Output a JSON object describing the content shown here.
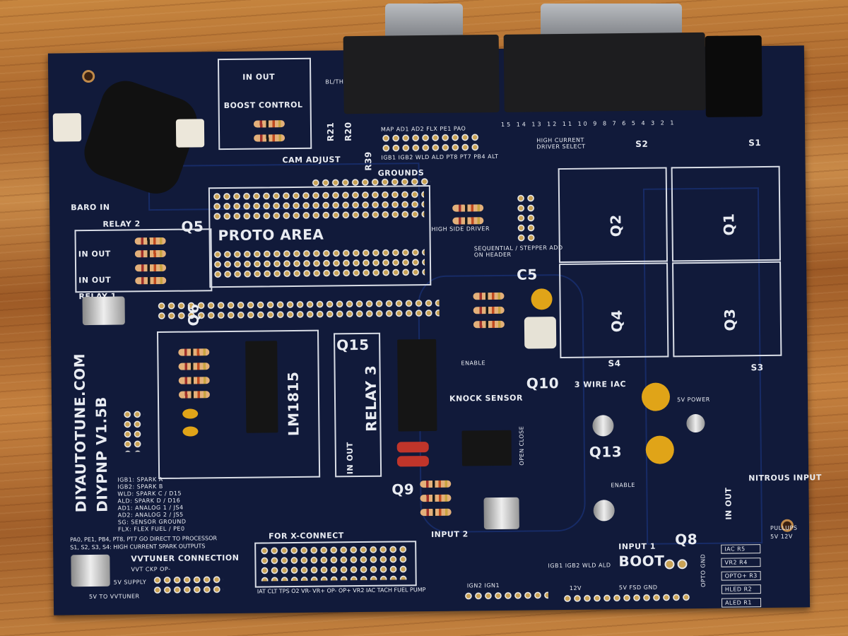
{
  "board": {
    "brand": "DIYAUTOTUNE.COM",
    "model": "DIYPNP V1.5B",
    "proto_area": "PROTO AREA",
    "boot": "BOOT",
    "knock_sensor": "KNOCK SENSOR",
    "lm1815": "LM1815",
    "relay1": "RELAY 1",
    "relay2": "RELAY 2",
    "relay3": "RELAY 3",
    "baro_in": "BARO IN",
    "boost_control": "BOOST CONTROL",
    "cam_adjust": "CAM ADJUST",
    "grounds": "GROUNDS",
    "in_out": "IN OUT",
    "high_side_driver": "HIGH SIDE DRIVER",
    "sequential": "SEQUENTIAL / STEPPER ADD ON HEADER",
    "high_current": "HIGH CURRENT DRIVER SELECT",
    "input1": "INPUT 1",
    "input2": "INPUT 2",
    "nitrous_input": "NITROUS INPUT",
    "pullups": "PULLUPS",
    "pullup_volts": "5V 12V",
    "vvtuner_connection": "VVTUNER CONNECTION",
    "vvt_pins": "VVT CKP    OP-",
    "supply": "5V SUPPLY",
    "to_vvtuner": "5V TO VVTUNER",
    "for_xconnect": "FOR X-CONNECT",
    "xconnect_pins": "IAT CLT TPS O2 VR- VR+ OP- OP+ VR2 IAC TACH FUEL PUMP",
    "three_wire_iac": "3 WIRE IAC",
    "open_close": "OPEN CLOSE",
    "enable": "ENABLE",
    "power_5v": "5V POWER",
    "opto_gnd": "OPTO GND",
    "bl_th": "BL/TH",
    "db_pins": "15 14 13 12 11 10 9 8 7 6 5 4 3 2 1",
    "header_top": "MAP AD1 AD2 FLX PE1 PAO",
    "header_bottom": "IGB1 IGB2 WLD ALD PT8 PT7 PB4 ALT",
    "ign": "IGN2   IGN1",
    "pins_bottom": "IGB1 IGB2 WLD ALD",
    "pins_bottom2": "5V  FSD  GND",
    "twelve_v": "12V",
    "refs": {
      "q1": "Q1",
      "q2": "Q2",
      "q3": "Q3",
      "q4": "Q4",
      "q5": "Q5",
      "q6": "Q6",
      "q8": "Q8",
      "q9": "Q9",
      "q10": "Q10",
      "q13": "Q13",
      "q15": "Q15",
      "s1": "S1",
      "s2": "S2",
      "s3": "S3",
      "s4": "S4",
      "c5": "C5",
      "r20": "R20",
      "r21": "R21",
      "r39": "R39"
    },
    "pullup_rows": [
      "IAC    R5",
      "VR2    R4",
      "OPTO+  R3",
      "HLED   R2",
      "ALED   R1"
    ],
    "legend": [
      "IGB1: SPARK A",
      "IGB2: SPARK B",
      "WLD: SPARK C / D15",
      "ALD: SPARK D / D16",
      "AD1: ANALOG 1 / JS4",
      "AD2: ANALOG 2 / JS5",
      "SG: SENSOR GROUND",
      "FLX: FLEX FUEL / PE0"
    ],
    "note1": "PA0, PE1, PB4, PT8, PT7 GO DIRECT TO PROCESSOR",
    "note2": "S1, S2, S3, S4: HIGH CURRENT SPARK OUTPUTS"
  },
  "colors": {
    "pcb": "#111a3a",
    "silkscreen": "#e9ecf2",
    "wood": "#b5743a"
  }
}
